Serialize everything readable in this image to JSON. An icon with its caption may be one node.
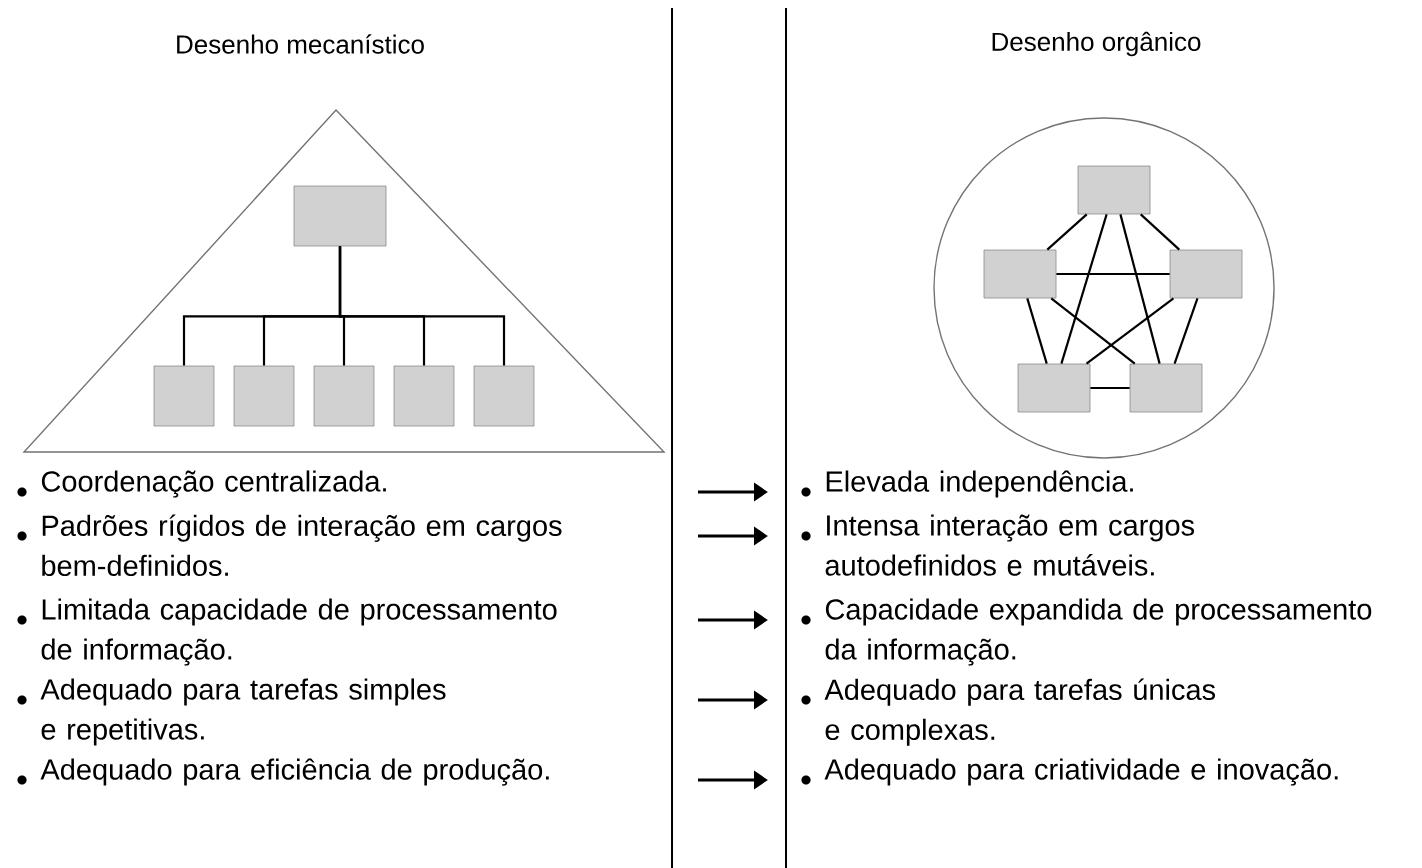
{
  "diagram": {
    "nodes": [
      {
        "text": [
          "Desenho mecanístico"
        ]
      },
      {
        "text": [],
        "shape": "box",
        "in": 0
      },
      {
        "text": [],
        "shape": "box",
        "in": 0
      },
      {
        "text": [],
        "shape": "box",
        "in": 0
      },
      {
        "text": [],
        "shape": "box",
        "in": 0
      },
      {
        "text": [],
        "shape": "box",
        "in": 0
      },
      {
        "text": [],
        "shape": "box",
        "in": 0
      },
      {
        "text": [
          "Desenho orgânico"
        ]
      },
      {
        "text": [],
        "shape": "box",
        "in": 7
      },
      {
        "text": [],
        "shape": "box",
        "in": 7
      },
      {
        "text": [],
        "shape": "box",
        "in": 7
      },
      {
        "text": [],
        "shape": "box",
        "in": 7
      },
      {
        "text": [],
        "shape": "box",
        "in": 7
      },
      {
        "text": [
          "Coordenação centralizada."
        ]
      },
      {
        "text": [
          "Padrões rígidos de interação em cargos bem-definidos."
        ]
      },
      {
        "text": [
          "Limitada capacidade de processamento de informação."
        ]
      },
      {
        "text": [
          "Adequado para tarefas simples e repetitivas."
        ]
      },
      {
        "text": [
          "Adequado para eficiência de produção."
        ]
      },
      {
        "text": [
          "Elevada independência."
        ]
      },
      {
        "text": [
          "Intensa interação em cargos autodefinidos e mutáveis."
        ]
      },
      {
        "text": [
          "Capacidade expandida de processamento da informação."
        ]
      },
      {
        "text": [
          "Adequado para tarefas únicas e complexas."
        ]
      },
      {
        "text": [
          "Adequado para criatividade e inovação."
        ]
      }
    ],
    "edges": [
      {
        "from": 1,
        "to": 2,
        "arrow": "none"
      },
      {
        "from": 1,
        "to": 3,
        "arrow": "none"
      },
      {
        "from": 1,
        "to": 4,
        "arrow": "none"
      },
      {
        "from": 1,
        "to": 5,
        "arrow": "none"
      },
      {
        "from": 1,
        "to": 6,
        "arrow": "none"
      },
      {
        "from": 8,
        "to": 9,
        "arrow": "none"
      },
      {
        "from": 8,
        "to": 10,
        "arrow": "none"
      },
      {
        "from": 8,
        "to": 11,
        "arrow": "none"
      },
      {
        "from": 8,
        "to": 12,
        "arrow": "none"
      },
      {
        "from": 9,
        "to": 10,
        "arrow": "none"
      },
      {
        "from": 9,
        "to": 11,
        "arrow": "none"
      },
      {
        "from": 9,
        "to": 12,
        "arrow": "none"
      },
      {
        "from": 10,
        "to": 11,
        "arrow": "none"
      },
      {
        "from": 10,
        "to": 12,
        "arrow": "none"
      },
      {
        "from": 11,
        "to": 12,
        "arrow": "none"
      }
    ]
  }
}
